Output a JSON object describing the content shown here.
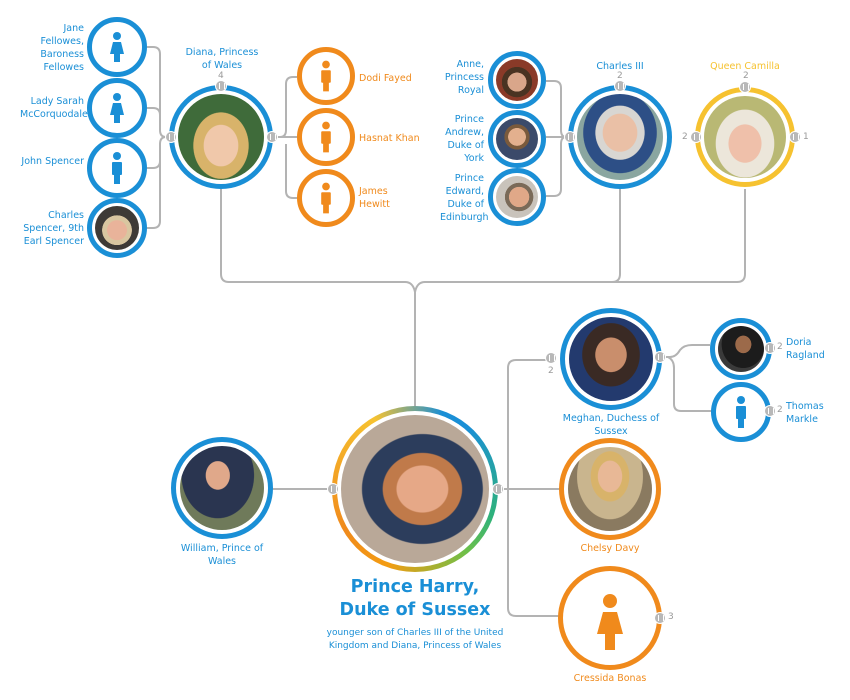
{
  "colors": {
    "male_blue": "#1a8fd6",
    "female_orange": "#f08a1c",
    "partner_yellow": "#f6c230",
    "connector_gray": "#b3b3b3"
  },
  "focus": {
    "name": "Prince Harry, Duke of Sussex",
    "name_line1": "Prince Harry,",
    "name_line2": "Duke of Sussex",
    "description": "younger son of Charles III of the United Kingdom and Diana, Princess of Wales"
  },
  "parents": {
    "mother": {
      "name": "Diana, Princess of Wales",
      "count": "4",
      "photo": true
    },
    "father": {
      "name": "Charles III",
      "count": "2",
      "photo": true
    },
    "stepmother": {
      "name": "Queen Camilla",
      "count_top": "2",
      "count_left": "2",
      "count_right": "1",
      "photo": true
    }
  },
  "diana_parents_siblings": [
    {
      "name": "Jane Fellowes, Baroness Fellowes",
      "gender": "female",
      "photo": false
    },
    {
      "name": "Lady Sarah McCorquodale",
      "gender": "female",
      "photo": false
    },
    {
      "name": "John Spencer",
      "gender": "male",
      "photo": false
    },
    {
      "name": "Charles Spencer, 9th Earl Spencer",
      "gender": "male",
      "photo": true
    }
  ],
  "diana_partners": [
    {
      "name": "Dodi Fayed",
      "gender": "male",
      "photo": false
    },
    {
      "name": "Hasnat Khan",
      "gender": "male",
      "photo": false
    },
    {
      "name": "James Hewitt",
      "gender": "male",
      "photo": false
    }
  ],
  "charles_siblings": [
    {
      "name": "Anne, Princess Royal",
      "photo": true
    },
    {
      "name": "Prince Andrew, Duke of York",
      "photo": true
    },
    {
      "name": "Prince Edward, Duke of Edinburgh",
      "photo": true
    }
  ],
  "siblings": [
    {
      "name": "William, Prince of Wales",
      "photo": true
    }
  ],
  "partners": [
    {
      "name": "Meghan, Duchess of Sussex",
      "count": "2",
      "photo": true
    },
    {
      "name": "Chelsy Davy",
      "photo": true
    },
    {
      "name": "Cressida Bonas",
      "count": "3",
      "photo": false
    }
  ],
  "meghan_parents": [
    {
      "name": "Doria Ragland",
      "count": "2",
      "photo": true
    },
    {
      "name": "Thomas Markle",
      "count": "2",
      "photo": false
    }
  ]
}
